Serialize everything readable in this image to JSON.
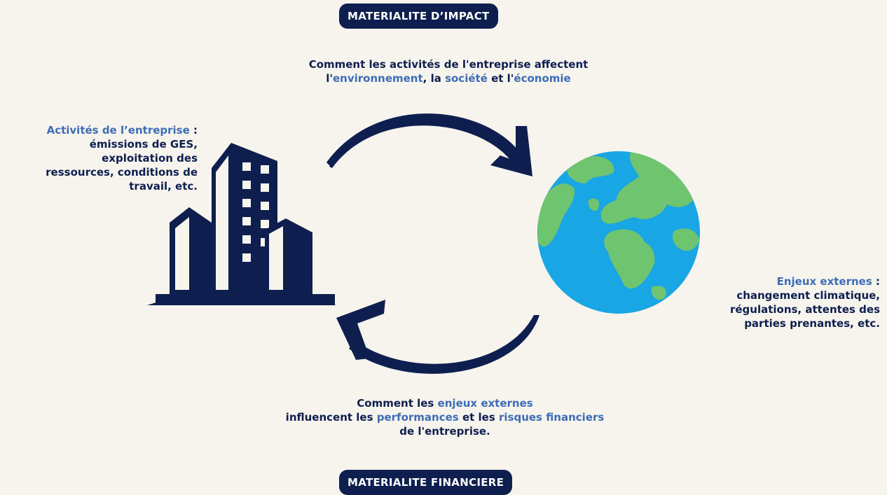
{
  "labels": {
    "top": "MATERIALITE D’IMPACT",
    "bottom": "MATERIALITE FINANCIERE"
  },
  "impact_question": {
    "line1": "Comment les activités de l'entreprise affectent",
    "line2_prefix": "l'",
    "line2_env": "environnement",
    "line2_sep1": ", la ",
    "line2_soc": "société",
    "line2_sep2": " et l'",
    "line2_eco": "économie"
  },
  "financial_question": {
    "line1_prefix": "Comment les ",
    "line1_hl": "enjeux externes",
    "line2_prefix": "influencent les ",
    "line2_perf": "performances",
    "line2_sep": " et les ",
    "line2_risk": "risques financiers",
    "line3": "de l'entreprise."
  },
  "activities": {
    "title": "Activités de l’entreprise",
    "colon": " :",
    "body_lines": [
      "émissions de GES,",
      "exploitation des",
      "ressources, conditions de",
      "travail, etc."
    ]
  },
  "enjeux": {
    "title": "Enjeux externes",
    "colon": " :",
    "body_lines": [
      "changement climatique,",
      "régulations, attentes des",
      "parties prenantes, etc."
    ]
  },
  "icons": [
    "building-icon",
    "globe-icon",
    "arrow-top-icon",
    "arrow-bottom-icon"
  ],
  "colors": {
    "navy": "#0e1f4f",
    "highlight": "#3d6db5",
    "ocean": "#19a6e4",
    "land": "#6fc46f",
    "background": "#f7f4ee"
  }
}
